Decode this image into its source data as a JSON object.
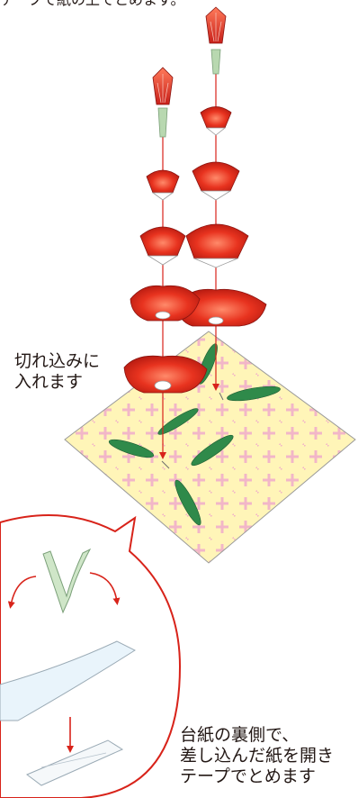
{
  "captions": {
    "top": "テープで紙の上でとめます。",
    "cut_slit": [
      "切れ込みに",
      "入れます"
    ],
    "back_side": [
      "台紙の裏側で、",
      "差し込んだ紙を開き",
      "テープでとめます"
    ]
  },
  "colors": {
    "flower_red": "#e8331f",
    "flower_dark": "#b51a10",
    "flower_light": "#ff7a5a",
    "stem_green": "#b8d8b0",
    "leaf_green": "#2f8a4a",
    "paper_yellow": "#fff5b8",
    "paper_pattern": "#f2b6c8",
    "arrow_red": "#d8231a",
    "callout_red": "#d8231a"
  }
}
